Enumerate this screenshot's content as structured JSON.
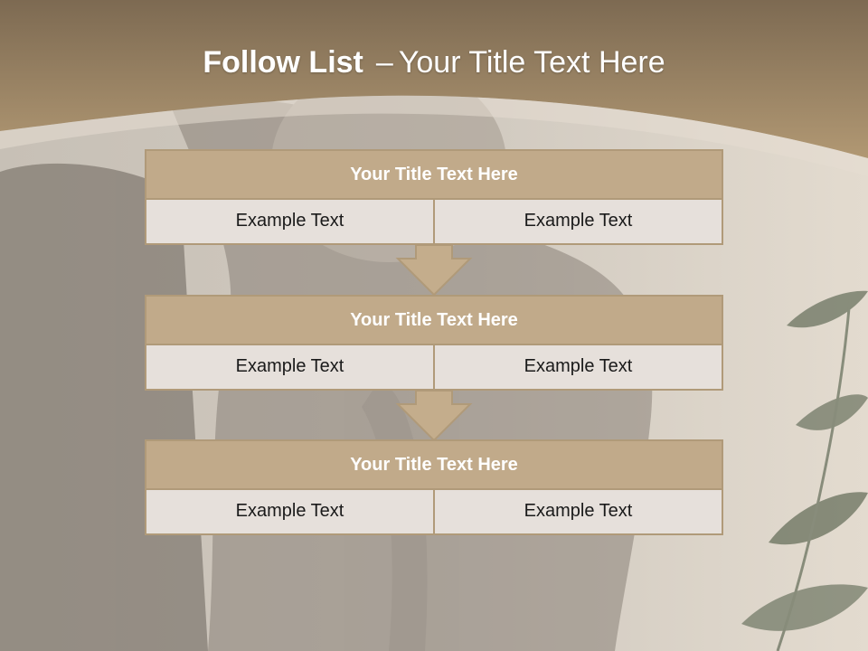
{
  "colors": {
    "header_band": "#a58d6c",
    "block_title_fill": "#c1aa8a",
    "block_border": "#b09a79",
    "cell_fill": "#e6e0db",
    "arrow_fill": "#c4ad8c"
  },
  "title": {
    "bold": "Follow List",
    "separator": "–",
    "rest": "Your Title Text Here"
  },
  "blocks": [
    {
      "title": "Your Title Text Here",
      "cells": [
        "Example Text",
        "Example Text"
      ]
    },
    {
      "title": "Your Title Text Here",
      "cells": [
        "Example Text",
        "Example Text"
      ]
    },
    {
      "title": "Your Title Text Here",
      "cells": [
        "Example Text",
        "Example Text"
      ]
    }
  ]
}
